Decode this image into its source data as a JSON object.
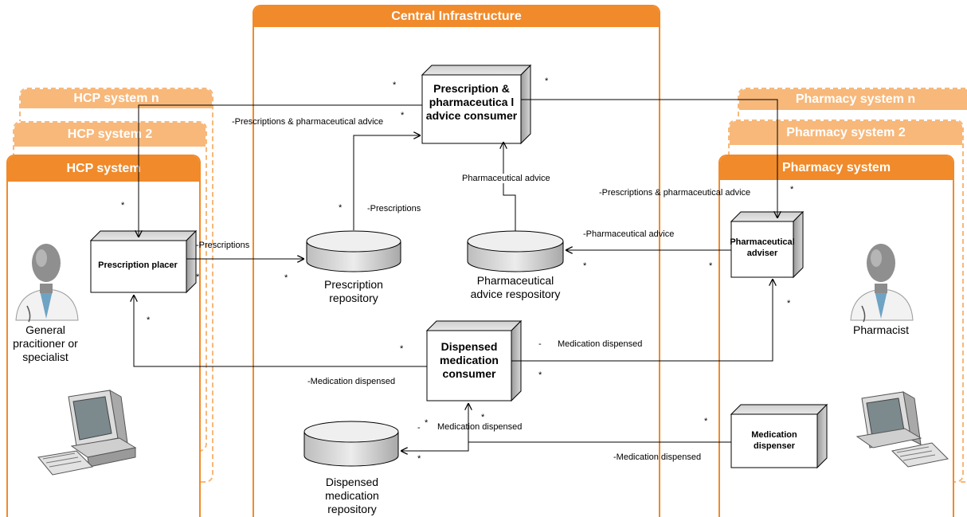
{
  "panels": {
    "central": "Central Infrastructure",
    "hcp_n": "HCP system n",
    "hcp_2": "HCP system 2",
    "hcp": "HCP system",
    "pharm_n": "Pharmacy system n",
    "pharm_2": "Pharmacy system 2",
    "pharm": "Pharmacy system"
  },
  "nodes": {
    "consumer": "Prescription & pharmaceutica l advice consumer",
    "placer": "Prescription placer",
    "adviser": "Pharmaceutical adviser",
    "dispensed_consumer": "Dispensed medication consumer",
    "dispenser": "Medication dispenser"
  },
  "repositories": {
    "prescription": "Prescription repository",
    "advice": "Pharmaceutical advice respository",
    "dispensed": "Dispensed medication repository"
  },
  "actors": {
    "gp": "General pracitioner or specialist",
    "pharmacist": "Pharmacist"
  },
  "edge_labels": {
    "hcp_to_consumer": "-Prescriptions & pharmaceutical advice",
    "repo_to_consumer": "-Prescriptions",
    "placer_to_repo": "-Prescriptions",
    "advice_to_consumer": "Pharmaceutical advice",
    "consumer_to_adviser": "-Prescriptions & pharmaceutical advice",
    "adviser_to_advice": "-Pharmaceutical advice",
    "dispensed_to_adviser": "Medication dispensed",
    "dispensed_to_adviser_dash": "-",
    "dispensed_to_placer": "-Medication dispensed",
    "repo_to_dispensed": "Medication dispensed",
    "repo_to_dispensed_dash": "-",
    "dispenser_to_repo": "-Medication dispensed"
  },
  "multiplicity": "*",
  "colors": {
    "accent": "#f08a2a",
    "accent_light": "#f7b87a"
  }
}
